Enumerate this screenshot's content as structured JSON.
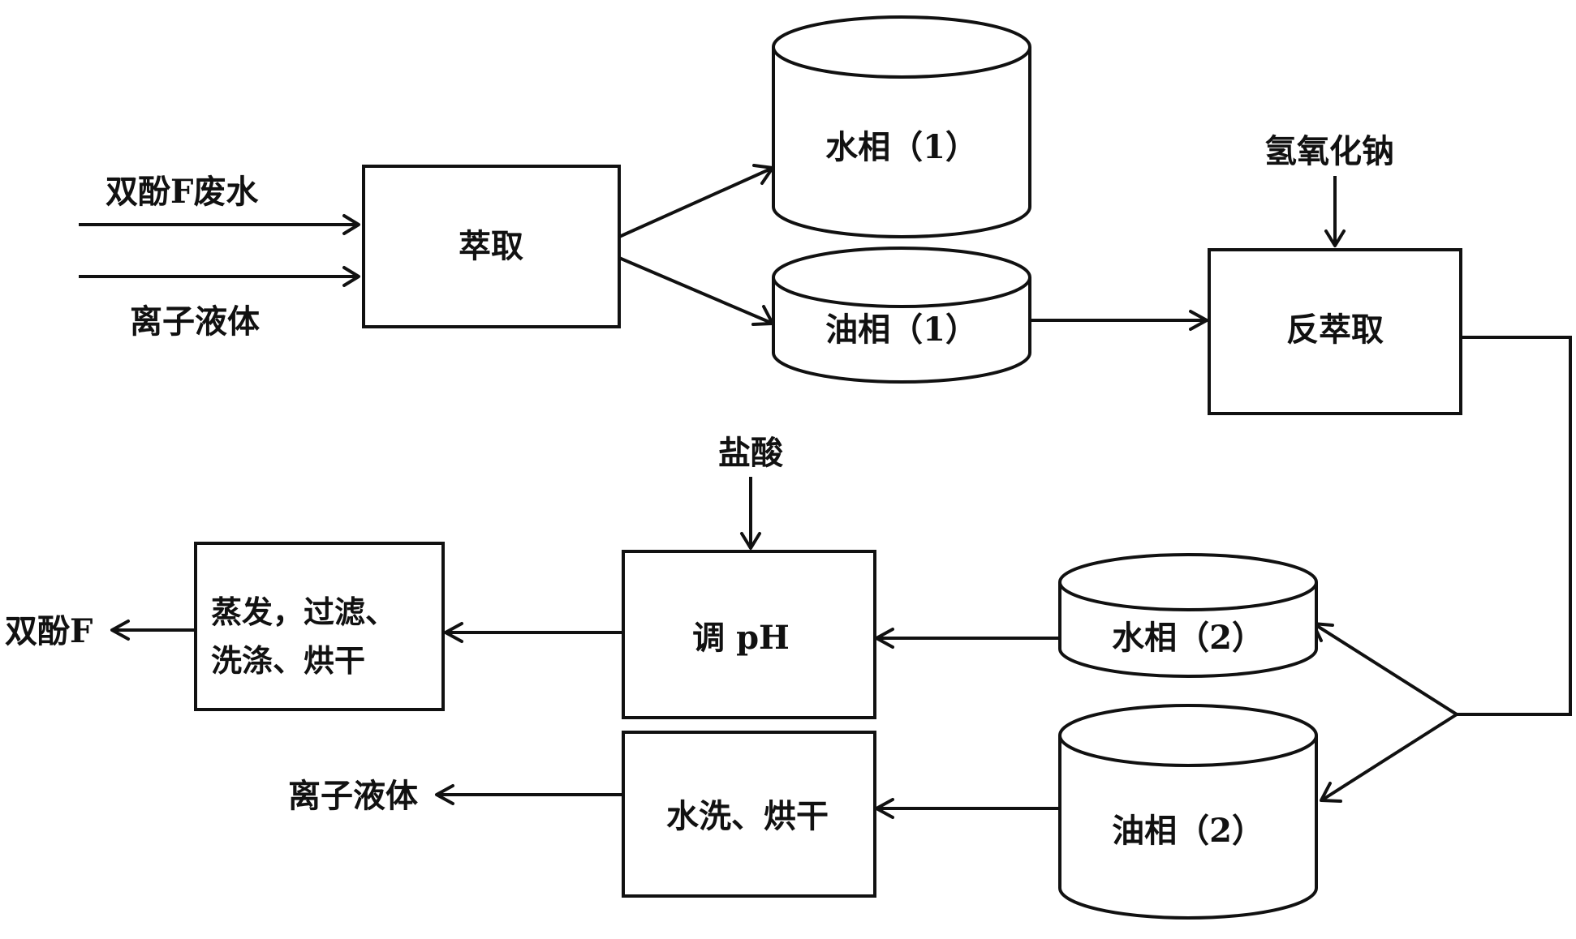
{
  "inputs": {
    "wastewater": "双酚F废水",
    "ionic_liquid": "离子液体"
  },
  "steps": {
    "extraction": "萃取",
    "back_extraction": "反萃取",
    "adjust_ph": "调 pH",
    "evap_line1": "蒸发，过滤、",
    "evap_line2": "洗涤、烘干",
    "wash_dry": "水洗、烘干"
  },
  "phases": {
    "water1": "水相（1）",
    "oil1": "油相（1）",
    "water2": "水相（2）",
    "oil2": "油相（2）"
  },
  "reagents": {
    "naoh": "氢氧化钠",
    "hcl": "盐酸"
  },
  "outputs": {
    "bpf": "双酚F",
    "ionic_liquid": "离子液体"
  }
}
